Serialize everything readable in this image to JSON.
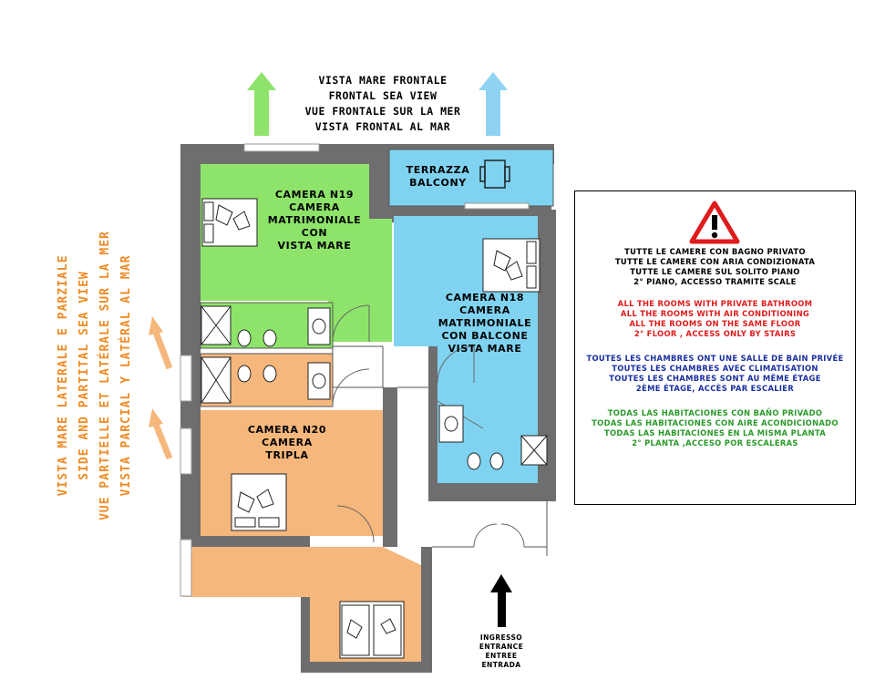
{
  "sea_view": {
    "lines": [
      "VISTA MARE FRONTALE",
      "FRONTAL SEA VIEW",
      "VUE FRONTALE SUR LA MER",
      "VISTA FRONTAL AL MAR"
    ]
  },
  "side_view": {
    "lines": [
      "VISTA MARE LATERALE E PARZIALE",
      "SIDE AND PARTITAL SEA VIEW",
      "VUE PARTIELLE ET LATÉRALE SUR LA MER",
      "VISTA PARCIAL Y LATÉRAL AL MAR"
    ]
  },
  "rooms": {
    "terrace": [
      "TERRAZZA",
      "BALCONY"
    ],
    "n19": [
      "CAMERA N19",
      "",
      "CAMERA",
      "MATRIMONIALE",
      "CON",
      "VISTA MARE"
    ],
    "n18": [
      "CAMERA N18",
      "CAMERA",
      "MATRIMONIALE",
      "CON BALCONE",
      "VISTA MARE"
    ],
    "n20": [
      "CAMERA N20",
      "",
      "CAMERA",
      "TRIPLA"
    ]
  },
  "entrance": [
    "INGRESSO",
    "ENTRANCE",
    "ENTREE",
    "ENTRADA"
  ],
  "info": {
    "italian": [
      "TUTTE LE CAMERE CON BAGNO PRIVATO",
      "TUTTE LE CAMERE CON ARIA CONDIZIONATA",
      "TUTTE LE CAMERE SUL SOLITO PIANO",
      "2° PIANO, ACCESSO TRAMITE SCALE"
    ],
    "english": [
      "ALL THE ROOMS WITH PRIVATE BATHROOM",
      "ALL THE ROOMS WITH AIR CONDITIONING",
      "ALL THE ROOMS ON THE SAME FLOOR",
      "2° FLOOR , ACCESS ONLY BY STAIRS"
    ],
    "french": [
      "TOUTES LES CHAMBRES ONT UNE SALLE DE BAIN PRIVÉE",
      "TOUTES LES CHAMBRES AVEC CLIMATISATION",
      "TOUTES LES CHAMBRES SONT AU MÊME ÉTAGE",
      "2ÈME ÉTAGE, ACCÈS PAR ESCALIER"
    ],
    "spanish": [
      "TODAS LAS HABITACIONES CON BAÑO PRIVADO",
      "TODAS LAS HABITACIONES CON AIRE ACONDICIONADO",
      "TODAS LAS HABITACIONES EN LA MISMA PLANTA",
      "2° PLANTA ,ACCESO POR ESCALERAS"
    ]
  },
  "colors": {
    "green_room": "#8ee46a",
    "blue_room": "#7fd3f0",
    "orange_room": "#f5b77b",
    "wall": "#6e6e6e",
    "green_arrow": "#8ee46a",
    "blue_arrow": "#8fd3f2",
    "orange_arrow": "#f5b77b",
    "orange_text": "#f08a24",
    "red_text": "#e01b1b",
    "blue_text": "#1a2fa0",
    "green_text": "#2a9a2a",
    "warning_red": "#e01b1b"
  },
  "icons": {
    "warning": "warning-triangle-icon",
    "up_arrow_green": "arrow-up-icon",
    "up_arrow_blue": "arrow-up-icon",
    "side_arrows": "arrow-up-right-icon",
    "entrance_arrow": "arrow-up-icon"
  }
}
